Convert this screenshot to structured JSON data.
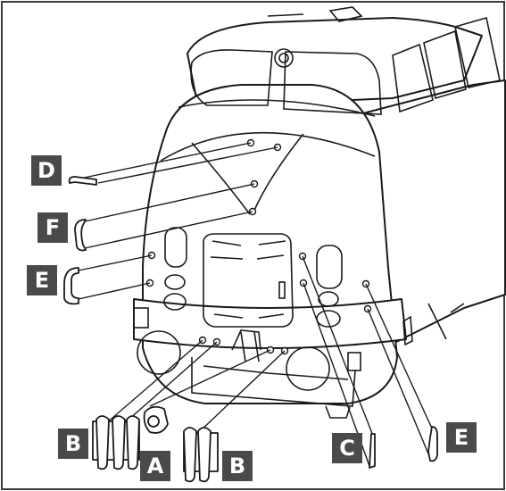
{
  "labels": {
    "a": "A",
    "b1": "B",
    "b2": "B",
    "c": "C",
    "d": "D",
    "e1": "E",
    "e2": "E",
    "f": "F"
  },
  "colors": {
    "line": "#1a1a1a",
    "loco_fill": "#ffffff",
    "label_bg": "#4a4a4c",
    "label_text": "#ffffff",
    "border": "#3a3a3a"
  }
}
